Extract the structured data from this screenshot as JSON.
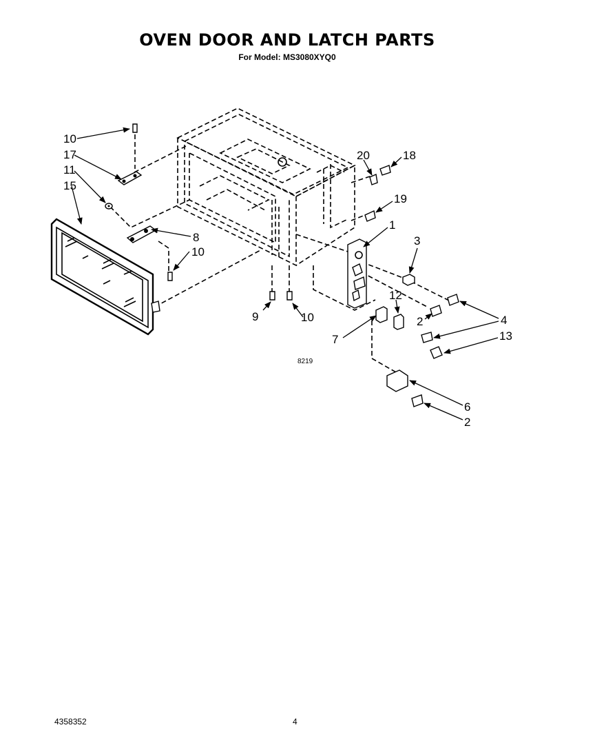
{
  "header": {
    "title": "OVEN DOOR AND LATCH PARTS",
    "subtitle": "For Model: MS3080XYQ0"
  },
  "diagram": {
    "figure_code": "8219",
    "callouts": {
      "c10a": "10",
      "c17": "17",
      "c11": "11",
      "c15": "15",
      "c8": "8",
      "c10b": "10",
      "c9": "9",
      "c10c": "10",
      "c20": "20",
      "c18": "18",
      "c19": "19",
      "c1": "1",
      "c3": "3",
      "c12": "12",
      "c2a": "2",
      "c4": "4",
      "c7": "7",
      "c13": "13",
      "c6": "6",
      "c2b": "2"
    }
  },
  "footer": {
    "part_number": "4358352",
    "page_number": "4"
  }
}
